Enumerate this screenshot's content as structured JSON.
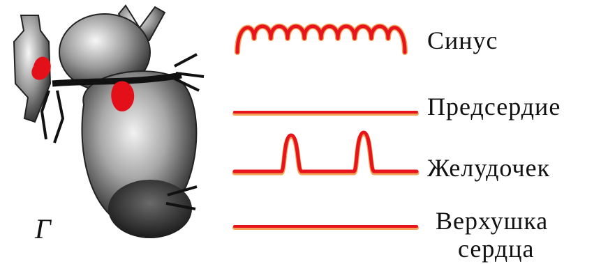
{
  "figure_letter": "Г",
  "colors": {
    "trace": "#e8141c",
    "trace_shadow": "#f3a25a",
    "ink": "#111111",
    "heart_red": "#e3101a"
  },
  "icons": [
    "heart-illustration"
  ],
  "traces": [
    {
      "label": "Синус",
      "pattern": "continuous-oscillation",
      "cycles": 9
    },
    {
      "label": "Предсердие",
      "pattern": "flat-line",
      "cycles": 0
    },
    {
      "label": "Желудочек",
      "pattern": "two-pulses",
      "cycles": 2
    },
    {
      "label": "Верхушка сердца",
      "label_line1": "Верхушка",
      "label_line2": "сердца",
      "pattern": "flat-line",
      "cycles": 0
    }
  ]
}
